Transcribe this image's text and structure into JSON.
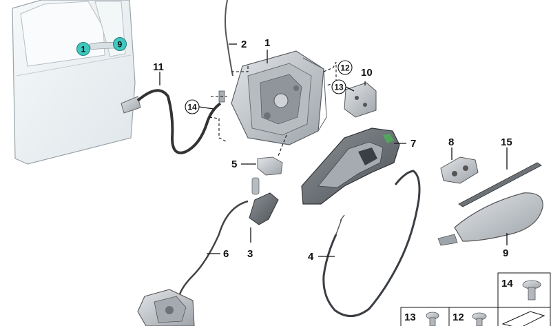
{
  "callouts": [
    {
      "id": "c1",
      "text": "1"
    },
    {
      "id": "c2",
      "text": "2"
    },
    {
      "id": "c3",
      "text": "3"
    },
    {
      "id": "c4",
      "text": "4"
    },
    {
      "id": "c5",
      "text": "5"
    },
    {
      "id": "c6",
      "text": "6"
    },
    {
      "id": "c7",
      "text": "7"
    },
    {
      "id": "c8",
      "text": "8"
    },
    {
      "id": "c9",
      "text": "9"
    },
    {
      "id": "c10",
      "text": "10"
    },
    {
      "id": "c11",
      "text": "11"
    },
    {
      "id": "c15",
      "text": "15"
    }
  ],
  "circled_callouts": [
    {
      "id": "cc12",
      "text": "12"
    },
    {
      "id": "cc13",
      "text": "13"
    },
    {
      "id": "cc14",
      "text": "14"
    }
  ],
  "door_markers": [
    {
      "id": "m1",
      "text": "1"
    },
    {
      "id": "m9",
      "text": "9"
    }
  ],
  "legend_boxes": [
    {
      "id": "b14",
      "text": "14"
    },
    {
      "id": "b13",
      "text": "13"
    },
    {
      "id": "b12",
      "text": "12"
    }
  ],
  "colors": {
    "marker_fill": "#3fc8bf",
    "part_gray": "#c9cdd1",
    "part_dark": "#7b8085",
    "door_fill": "#eef3f5"
  }
}
